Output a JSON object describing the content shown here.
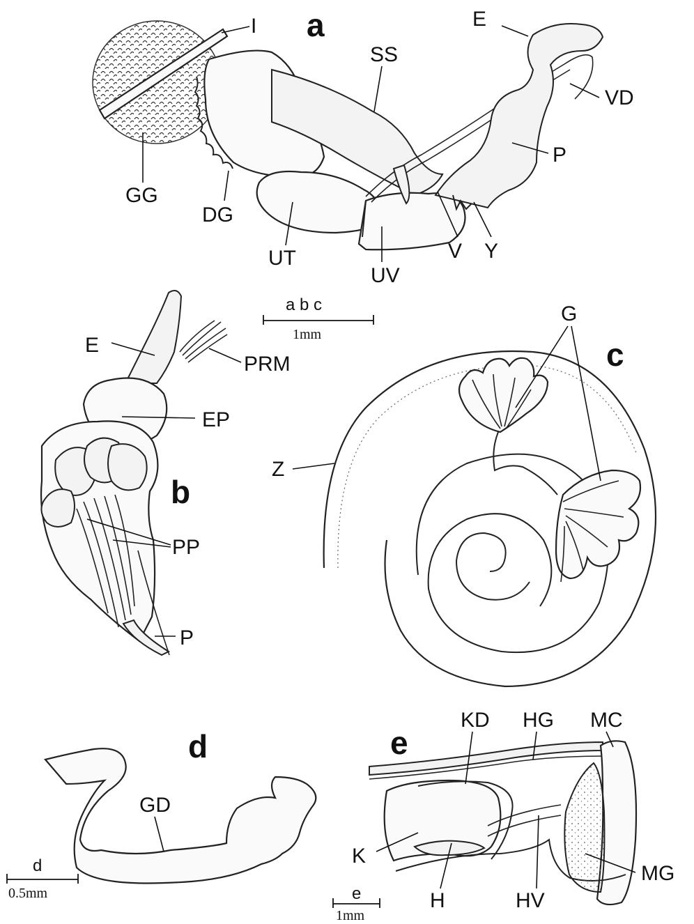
{
  "panels": {
    "a": "a",
    "b": "b",
    "c": "c",
    "d": "d",
    "e": "e"
  },
  "labels": {
    "a": {
      "I": "I",
      "E": "E",
      "SS": "SS",
      "VD": "VD",
      "P": "P",
      "GG": "GG",
      "DG": "DG",
      "UT": "UT",
      "UV": "UV",
      "V": "V",
      "Y": "Y"
    },
    "b": {
      "E": "E",
      "PRM": "PRM",
      "EP": "EP",
      "PP": "PP",
      "P": "P"
    },
    "c": {
      "G": "G",
      "Z": "Z"
    },
    "d": {
      "GD": "GD"
    },
    "e": {
      "KD": "KD",
      "HG": "HG",
      "MC": "MC",
      "K": "K",
      "H": "H",
      "HV": "HV",
      "MG": "MG"
    }
  },
  "scales": {
    "abc": {
      "label": "a b c",
      "unit": "1mm"
    },
    "d": {
      "label": "d",
      "unit": "0.5mm"
    },
    "e": {
      "label": "e",
      "unit": "1mm"
    }
  }
}
